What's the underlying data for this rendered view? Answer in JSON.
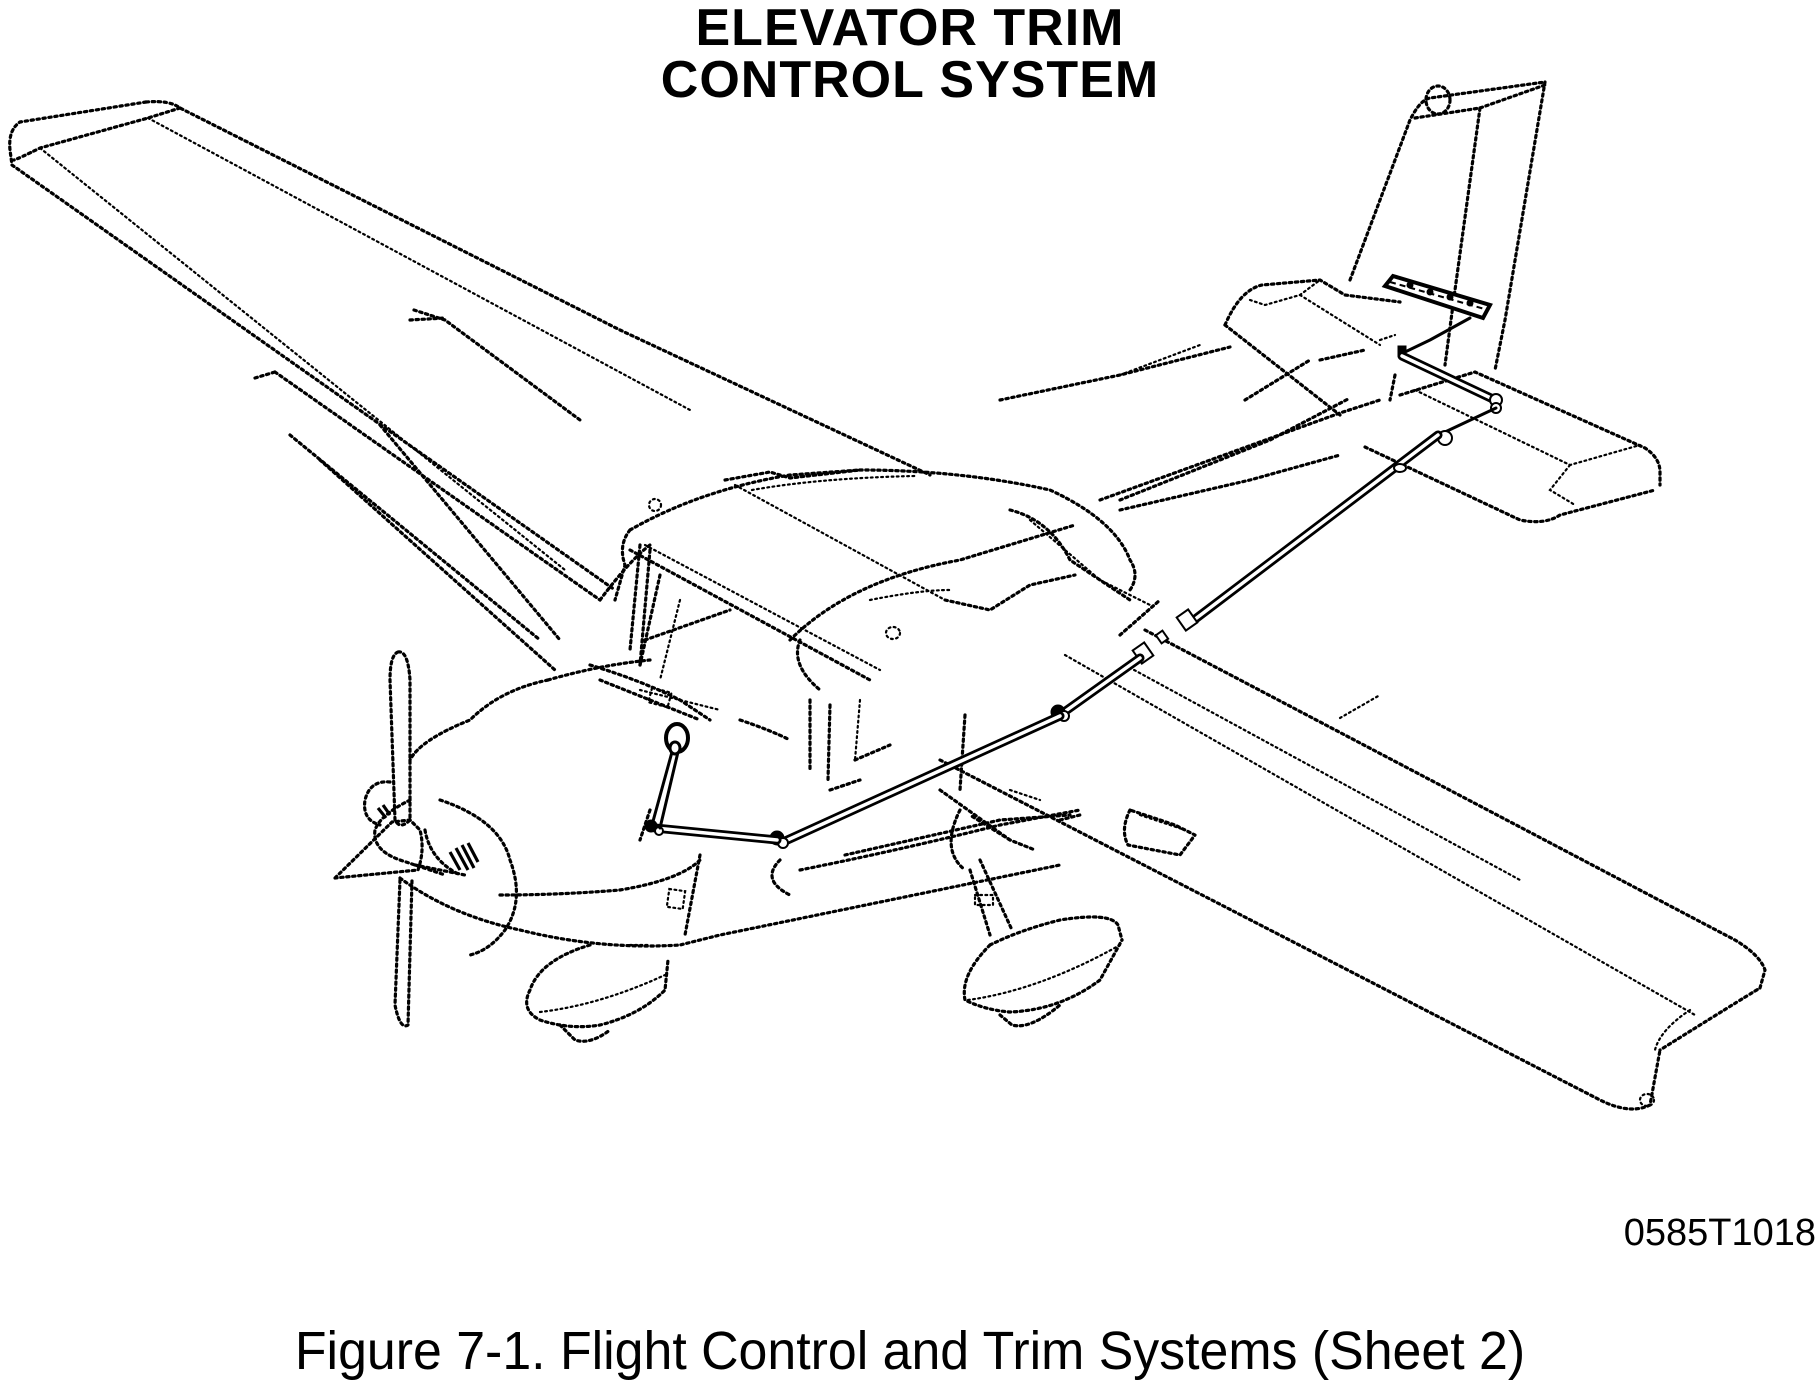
{
  "figure": {
    "title_line1": "ELEVATOR TRIM",
    "title_line2": "CONTROL SYSTEM",
    "drawing_number": "0585T1018",
    "caption": "Figure 7-1. Flight Control and Trim Systems (Sheet 2)"
  },
  "diagram": {
    "subject": "high-wing single-engine airplane, isometric view",
    "airframe_style": "dotted outline (phantom)",
    "highlighted_system": "elevator trim control system",
    "highlighted_style": "solid heavy lines",
    "components": [
      "trim wheel / cable drum (cabin)",
      "forward bellcrank",
      "push-pull rod / cable run along fuselage",
      "turnbuckles",
      "aft actuator",
      "trim tab push rod",
      "elevator trim tab"
    ]
  }
}
